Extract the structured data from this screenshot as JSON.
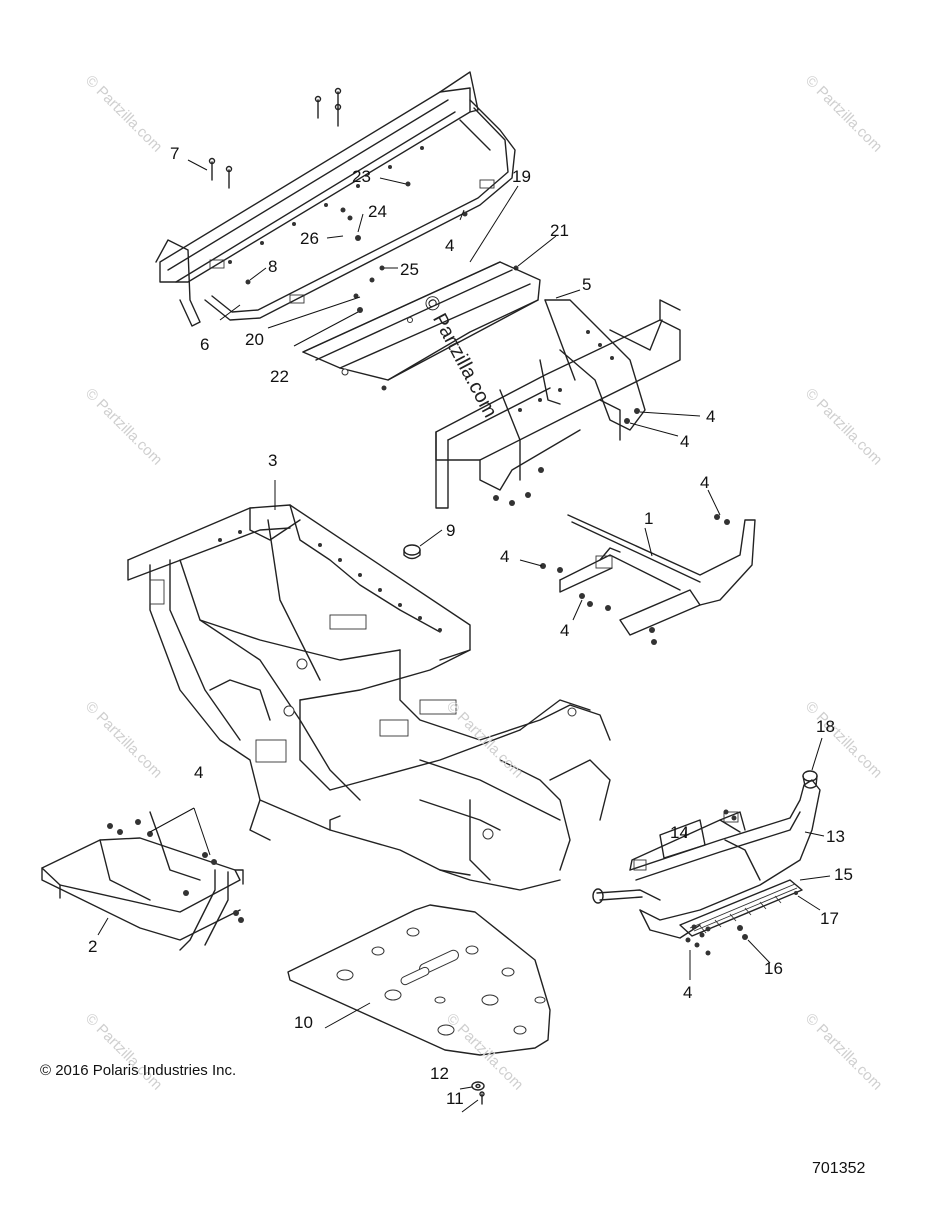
{
  "watermark": "© Partzilla.com",
  "center_watermark": "© Partzilla.com",
  "copyright": "© 2016 Polaris Industries Inc.",
  "diagram_number": "701352",
  "callouts": [
    {
      "id": "c7",
      "label": "7"
    },
    {
      "id": "c23",
      "label": "23"
    },
    {
      "id": "c19",
      "label": "19"
    },
    {
      "id": "c24",
      "label": "24"
    },
    {
      "id": "c26",
      "label": "26"
    },
    {
      "id": "c4a",
      "label": "4"
    },
    {
      "id": "c21",
      "label": "21"
    },
    {
      "id": "c8",
      "label": "8"
    },
    {
      "id": "c25",
      "label": "25"
    },
    {
      "id": "c5",
      "label": "5"
    },
    {
      "id": "c6",
      "label": "6"
    },
    {
      "id": "c20",
      "label": "20"
    },
    {
      "id": "c22",
      "label": "22"
    },
    {
      "id": "c4b",
      "label": "4"
    },
    {
      "id": "c4c",
      "label": "4"
    },
    {
      "id": "c3",
      "label": "3"
    },
    {
      "id": "c4d",
      "label": "4"
    },
    {
      "id": "c9",
      "label": "9"
    },
    {
      "id": "c1",
      "label": "1"
    },
    {
      "id": "c4e",
      "label": "4"
    },
    {
      "id": "c4f",
      "label": "4"
    },
    {
      "id": "c18",
      "label": "18"
    },
    {
      "id": "c4g",
      "label": "4"
    },
    {
      "id": "c14",
      "label": "14"
    },
    {
      "id": "c13",
      "label": "13"
    },
    {
      "id": "c15",
      "label": "15"
    },
    {
      "id": "c2",
      "label": "2"
    },
    {
      "id": "c17",
      "label": "17"
    },
    {
      "id": "c16",
      "label": "16"
    },
    {
      "id": "c10",
      "label": "10"
    },
    {
      "id": "c4h",
      "label": "4"
    },
    {
      "id": "c12",
      "label": "12"
    },
    {
      "id": "c11",
      "label": "11"
    }
  ]
}
